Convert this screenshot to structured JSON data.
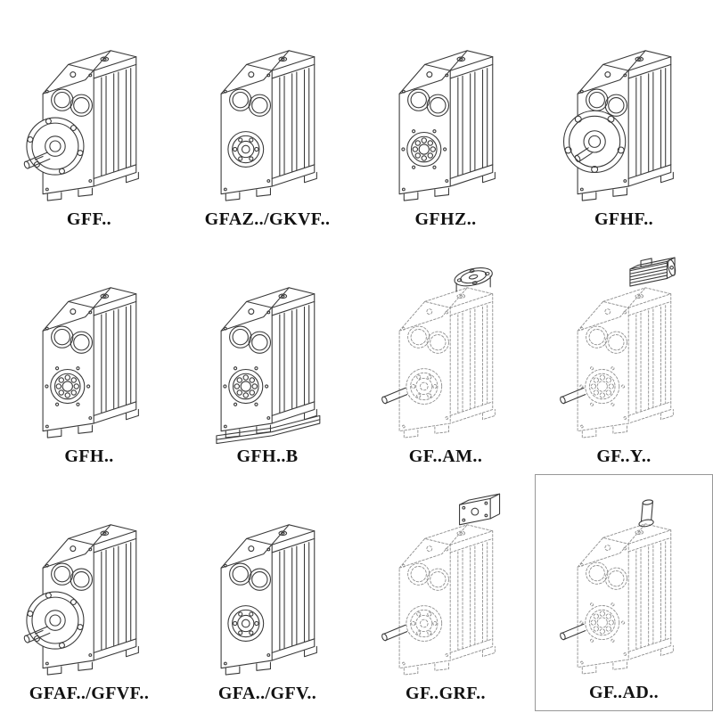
{
  "page": {
    "background": "#ffffff",
    "line_color": "#3a3a3a",
    "dashed_line_color": "#8f8f8f",
    "cells": [
      {
        "label": "GFF..",
        "variant": "flange-shaft",
        "style": "solid",
        "boxed": false
      },
      {
        "label": "GFAZ../GKVF..",
        "variant": "hollow-bore",
        "style": "solid",
        "boxed": false
      },
      {
        "label": "GFHZ..",
        "variant": "bearing-hub",
        "style": "solid",
        "boxed": false
      },
      {
        "label": "GFHF..",
        "variant": "flange-face",
        "style": "solid",
        "boxed": false
      },
      {
        "label": "GFH..",
        "variant": "bearing-hub",
        "style": "solid",
        "boxed": false
      },
      {
        "label": "GFH..B",
        "variant": "bearing-hub-base",
        "style": "solid",
        "boxed": false
      },
      {
        "label": "GF..AM..",
        "variant": "adapter-flange-top",
        "style": "dashed",
        "boxed": false
      },
      {
        "label": "GF..Y..",
        "variant": "motor-top",
        "style": "dashed",
        "boxed": false
      },
      {
        "label": "GFAF../GFVF..",
        "variant": "flange-shaft",
        "style": "solid",
        "boxed": false
      },
      {
        "label": "GFA../GFV..",
        "variant": "hollow-bore",
        "style": "solid",
        "boxed": false
      },
      {
        "label": "GF..GRF..",
        "variant": "adapter-box-top",
        "style": "dashed",
        "boxed": false
      },
      {
        "label": "GF..AD..",
        "variant": "input-shaft-top",
        "style": "dashed",
        "boxed": true
      }
    ]
  }
}
